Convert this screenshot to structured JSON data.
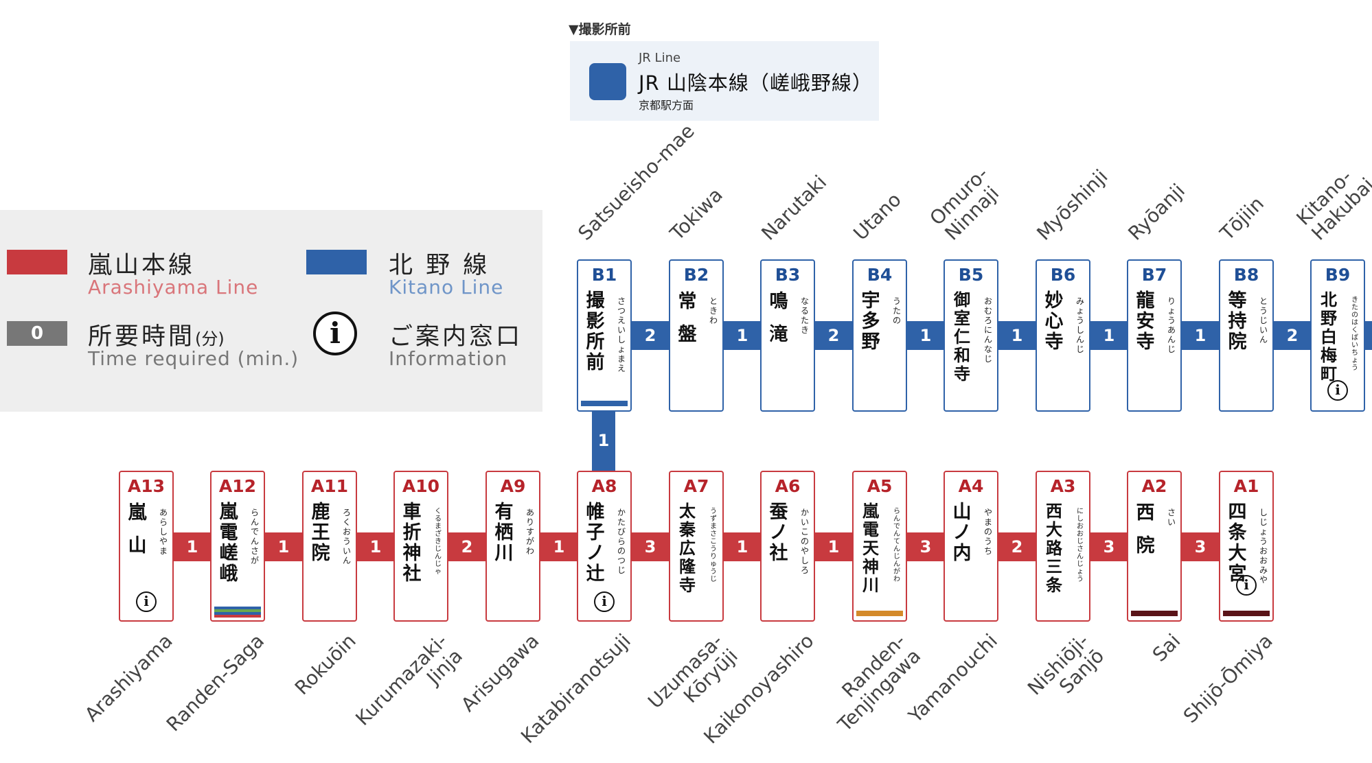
{
  "jr": {
    "heading": "▼撮影所前",
    "line_en": "JR Line",
    "line_ja": "JR 山陰本線（嵯峨野線）",
    "direction": "京都駅方面",
    "color": "#2f62a8"
  },
  "legend": {
    "arashiyama_ja": "嵐山本線",
    "arashiyama_en": "Arashiyama Line",
    "kitano_ja": "北 野 線",
    "kitano_en": "Kitano Line",
    "time_box": "0",
    "time_ja": "所要時間",
    "time_ja_unit": "(分)",
    "time_en": "Time required (min.)",
    "info_icon": "i",
    "info_ja": "ご案内窓口",
    "info_en": "Information"
  },
  "colors": {
    "arashiyama": "#c83a3f",
    "kitano": "#2f62a8",
    "legend_bg": "#eeeeee",
    "time_box": "#777777"
  },
  "kitano_line": {
    "stations": [
      {
        "code": "B1",
        "kanji": "撮影所前",
        "kana": "さつえいしょまえ",
        "name": "Satsueisho-mae",
        "band": "#2f62a8"
      },
      {
        "code": "B2",
        "kanji": "常盤",
        "kana": "ときわ",
        "name": "Tokiwa"
      },
      {
        "code": "B3",
        "kanji": "鳴滝",
        "kana": "なるたき",
        "name": "Narutaki"
      },
      {
        "code": "B4",
        "kanji": "宇多野",
        "kana": "うたの",
        "name": "Utano"
      },
      {
        "code": "B5",
        "kanji": "御室仁和寺",
        "kana": "おむろにんなじ",
        "name": "Omuro-\nNinnaji"
      },
      {
        "code": "B6",
        "kanji": "妙心寺",
        "kana": "みょうしんじ",
        "name": "Myōshinji"
      },
      {
        "code": "B7",
        "kanji": "龍安寺",
        "kana": "りょうあんじ",
        "name": "Ryōanji"
      },
      {
        "code": "B8",
        "kanji": "等持院",
        "kana": "とうじいん",
        "name": "Tōjiin"
      },
      {
        "code": "B9",
        "kanji": "北野白梅町",
        "kana": "きたのはくばいちょう",
        "name": "Kitano-\nHakubai",
        "info": true
      }
    ],
    "times": [
      "2",
      "1",
      "2",
      "1",
      "1",
      "1",
      "1",
      "2"
    ],
    "connector_time": "1"
  },
  "arashiyama_line": {
    "stations": [
      {
        "code": "A13",
        "kanji": "嵐山",
        "kana": "あらしやま",
        "name": "Arashiyama",
        "info": true
      },
      {
        "code": "A12",
        "kanji": "嵐電嵯峨",
        "kana": "らんでんさが",
        "name": "Randen-Saga",
        "band": "stripes"
      },
      {
        "code": "A11",
        "kanji": "鹿王院",
        "kana": "ろくおういん",
        "name": "Rokuōin"
      },
      {
        "code": "A10",
        "kanji": "車折神社",
        "kana": "くるまざきじんじゃ",
        "name": "Kurumazaki-\nJinja"
      },
      {
        "code": "A9",
        "kanji": "有栖川",
        "kana": "ありすがわ",
        "name": "Arisugawa"
      },
      {
        "code": "A8",
        "kanji": "帷子ノ辻",
        "kana": "かたびらのつじ",
        "name": "Katabiranotsuji",
        "info": true
      },
      {
        "code": "A7",
        "kanji": "太秦広隆寺",
        "kana": "うずまさこうりゅうじ",
        "name": "Uzumasa-\nKōryūji"
      },
      {
        "code": "A6",
        "kanji": "蚕ノ社",
        "kana": "かいこのやしろ",
        "name": "Kaikonoyashiro"
      },
      {
        "code": "A5",
        "kanji": "嵐電天神川",
        "kana": "らんでんてんじんがわ",
        "name": "Randen-\nTenjingawa",
        "band": "#d48a2a"
      },
      {
        "code": "A4",
        "kanji": "山ノ内",
        "kana": "やまのうち",
        "name": "Yamanouchi"
      },
      {
        "code": "A3",
        "kanji": "西大路三条",
        "kana": "にしおおじさんじょう",
        "name": "Nishiōji-\nSanjō"
      },
      {
        "code": "A2",
        "kanji": "西院",
        "kana": "さい",
        "name": "Sai",
        "band": "#5a1418"
      },
      {
        "code": "A1",
        "kanji": "四条大宮",
        "kana": "しじょうおおみや",
        "name": "Shijō-Ōmiya",
        "info": true,
        "band": "#5a1418"
      }
    ],
    "times": [
      "1",
      "1",
      "1",
      "2",
      "1",
      "3",
      "1",
      "1",
      "3",
      "2",
      "3",
      "3"
    ]
  }
}
